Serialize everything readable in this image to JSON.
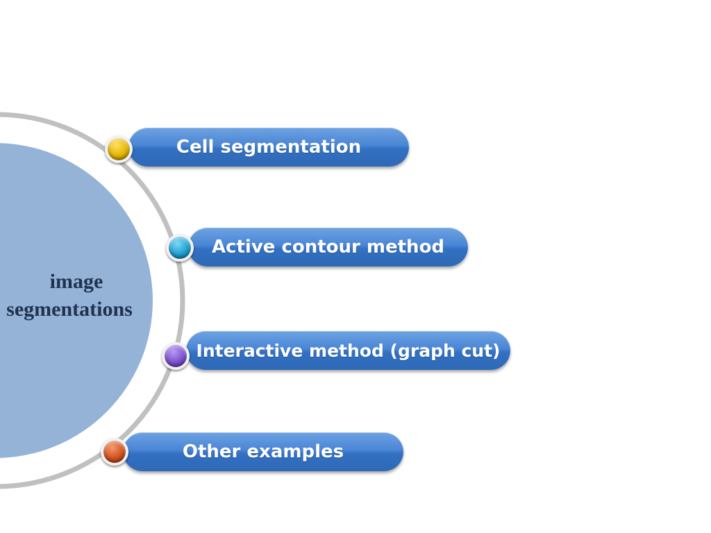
{
  "hub": {
    "line1": "image",
    "line2": "segmentations"
  },
  "items": [
    {
      "label": "Cell segmentation",
      "bead_color": "#e2b400",
      "bead_icon": "yellow-dot-icon"
    },
    {
      "label": "Active contour method",
      "bead_color": "#1d9fcf",
      "bead_icon": "cyan-dot-icon"
    },
    {
      "label": "Interactive method (graph cut)",
      "bead_color": "#7a4fd0",
      "bead_icon": "purple-dot-icon"
    },
    {
      "label": "Other examples",
      "bead_color": "#d2501e",
      "bead_icon": "orange-dot-icon"
    }
  ],
  "colors": {
    "hub_fill": "#94b3d7",
    "ring_stroke": "#c0c0c0",
    "pill_blue": "#3f7fd0",
    "hub_text": "#1f3350"
  }
}
